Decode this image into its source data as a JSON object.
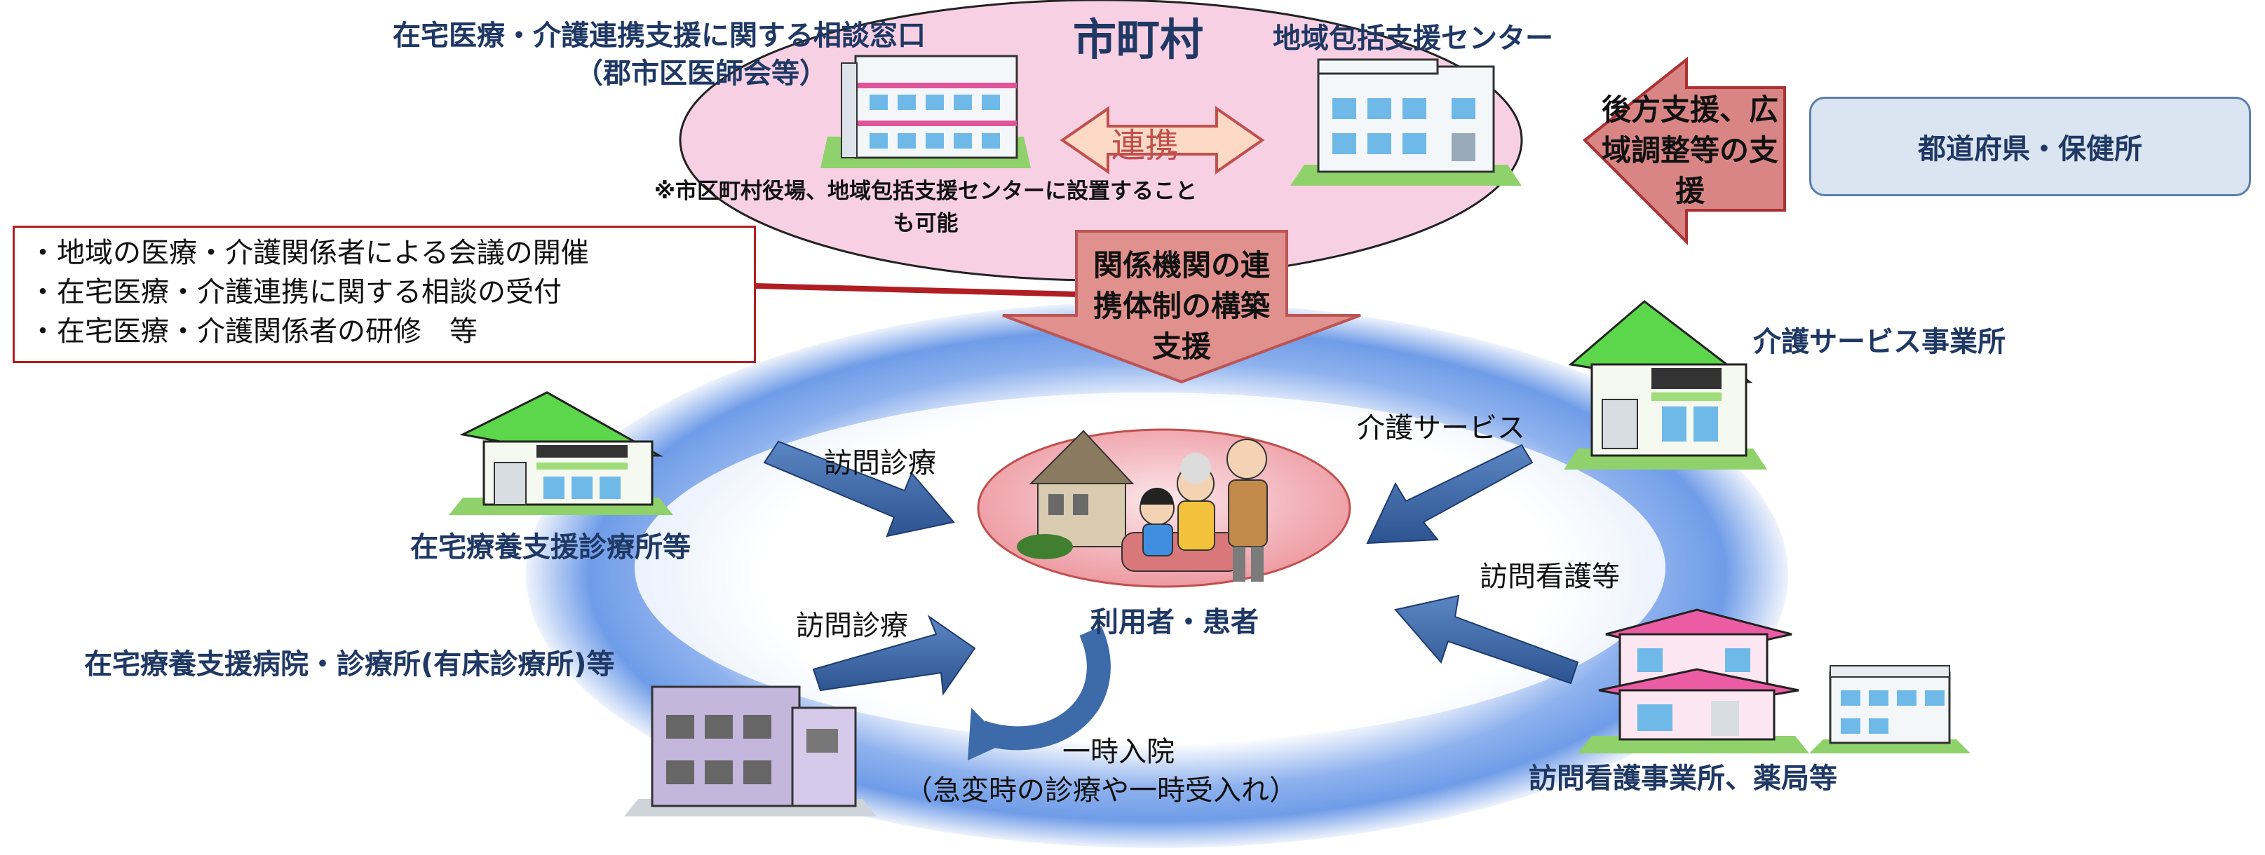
{
  "municipality": {
    "title": "市町村",
    "consult_window": "在宅医療・介護連携支援に関する相談窓口",
    "consult_window_sub": "（郡市区医師会等）",
    "support_center": "地域包括支援センター",
    "link_label": "連携",
    "note": "※市区町村役場、地域包括支援センターに設置することも可能"
  },
  "info_box": {
    "items": [
      "・地域の医療・介護関係者による会議の開催",
      "・在宅医療・介護連携に関する相談の受付",
      "・在宅医療・介護関係者の研修　等"
    ]
  },
  "prefecture": {
    "box_label": "都道府県・保健所",
    "arrow_label": "後方支援、広域調整等の支援"
  },
  "central_arrow": {
    "label": "関係機関の連携体制の構築支援"
  },
  "nodes": {
    "home_clinic": "在宅療養支援診療所等",
    "hospital": "在宅療養支援病院・診療所(有床診療所)等",
    "care_office": "介護サービス事業所",
    "nursing_pharmacy": "訪問看護事業所、薬局等",
    "patient": "利用者・患者"
  },
  "flows": {
    "visit_care_1": "訪問診療",
    "visit_care_2": "訪問診療",
    "care_service": "介護サービス",
    "visit_nursing": "訪問看護等",
    "admission": "一時入院",
    "admission_sub": "（急変時の診療や一時受入れ）"
  },
  "colors": {
    "navy_text": "#1f3864",
    "pink_ellipse": "#f8d0e4",
    "blue_ring": "#6f9ce8",
    "arrow_blue": "#3d6aa8",
    "arrow_red": "#d47f7f",
    "box_border": "#b01e23"
  }
}
